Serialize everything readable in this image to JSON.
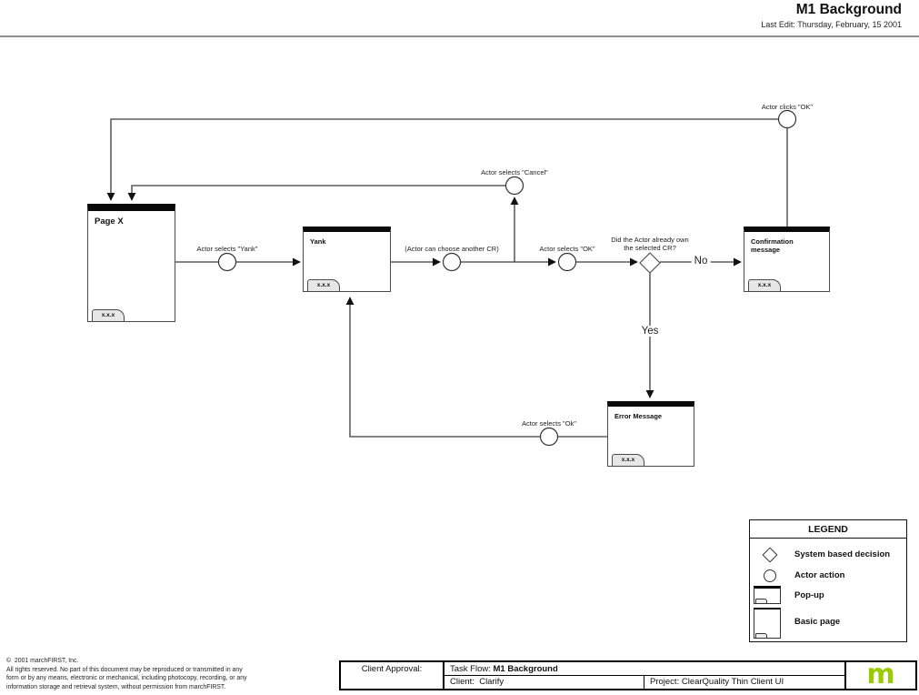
{
  "header": {
    "title": "M1 Background",
    "last_edit": "Last Edit: Thursday, February, 15 2001"
  },
  "diagram": {
    "pages": {
      "page_x": {
        "title": "Page X",
        "tab": "x.x.x"
      },
      "yank": {
        "title": "Yank",
        "tab": "x.x.x"
      },
      "confirmation": {
        "title": "Confirmation message",
        "tab": "x.x.x"
      },
      "error": {
        "title": "Error Message",
        "tab": "x.x.x"
      }
    },
    "actions": {
      "selects_yank": "Actor selects \"Yank\"",
      "choose_another_cr": "(Actor can choose another CR)",
      "selects_ok": "Actor selects \"OK\"",
      "selects_cancel": "Actor selects \"Cancel\"",
      "clicks_ok": "Actor clicks \"OK\"",
      "selects_ok_error": "Actor selects \"Ok\""
    },
    "decision": {
      "question_line1": "Did the Actor already own",
      "question_line2": "the selected CR?",
      "no_label": "No",
      "yes_label": "Yes"
    }
  },
  "legend": {
    "title": "LEGEND",
    "items": [
      {
        "icon": "system-decision-icon",
        "label": "System based decision"
      },
      {
        "icon": "actor-action-icon",
        "label": "Actor action"
      },
      {
        "icon": "popup-icon",
        "label": "Pop-up"
      },
      {
        "icon": "basic-page-icon",
        "label": "Basic page"
      }
    ]
  },
  "footer": {
    "client_approval": "Client Approval:",
    "task_flow_label": "Task Flow: ",
    "task_flow_value": "M1 Background",
    "client": "Client:  Clarify",
    "project": "Project: ClearQuality Thin Client UI",
    "logo": "m",
    "logo_color": "#99cc00"
  },
  "copyright": {
    "line1": "©  2001 marchFIRST, Inc.",
    "line2": "All rights reserved. No part of this document may be reproduced or transmitted in any",
    "line3": "form or by any means, electronic or mechanical, including photocopy, recording, or any",
    "line4": "information storage and retrieval system, without permission from marchFIRST."
  }
}
